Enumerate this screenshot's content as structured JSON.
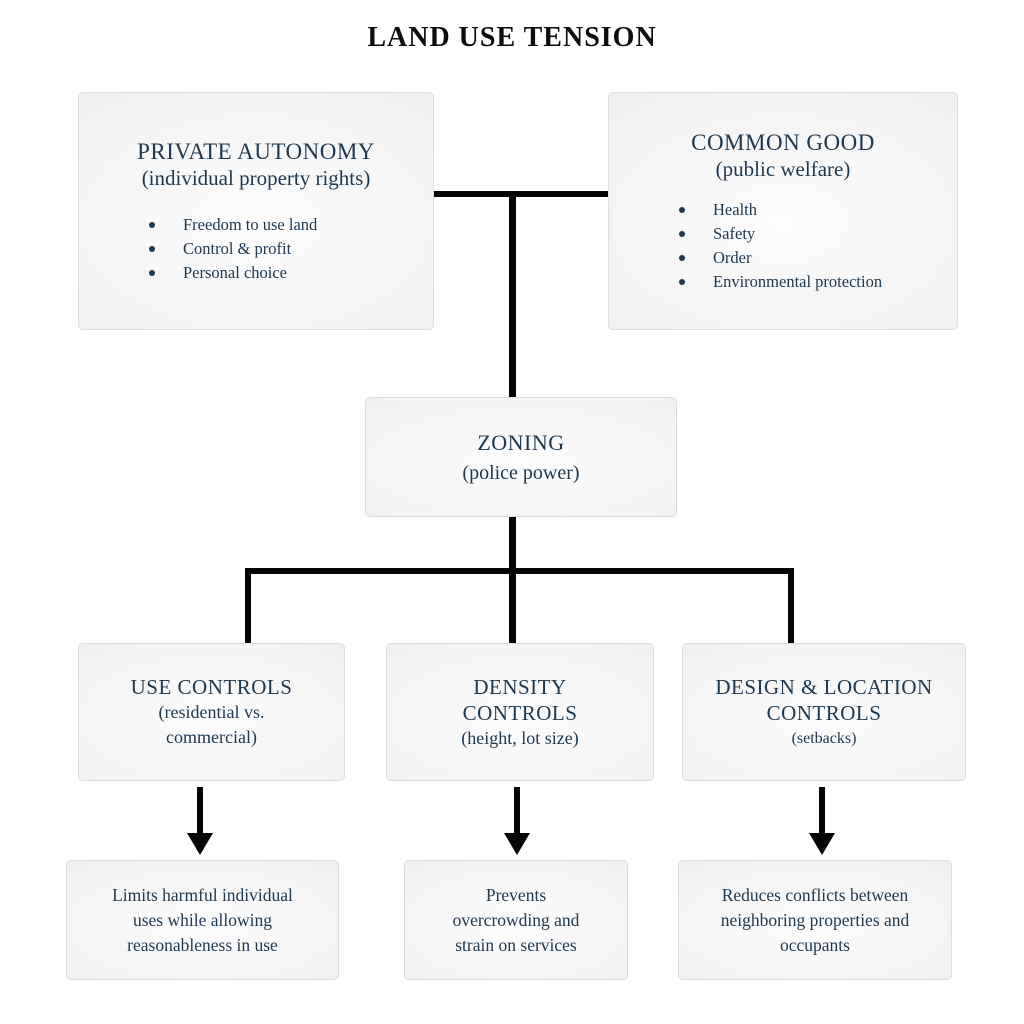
{
  "title": "LAND USE TENSION",
  "colors": {
    "heading_text": "#1e3850",
    "title_text": "#0d0d0d",
    "connector": "#050505",
    "box_edge": "#e2e2e2",
    "box_center": "#fcfcfc",
    "box_border": "#dcdcdc"
  },
  "nodes": {
    "private_autonomy": {
      "title": "PRIVATE AUTONOMY",
      "subtitle": "(individual property rights)",
      "bullets": [
        "Freedom to use land",
        "Control & profit",
        "Personal choice"
      ]
    },
    "common_good": {
      "title": "COMMON GOOD",
      "subtitle": "(public welfare)",
      "bullets": [
        "Health",
        "Safety",
        "Order",
        "Environmental protection"
      ]
    },
    "zoning": {
      "title": "ZONING",
      "subtitle": "(police power)"
    },
    "use_controls": {
      "title": "USE CONTROLS",
      "subtitle": "(residential vs. commercial)"
    },
    "density_controls": {
      "title": "DENSITY CONTROLS",
      "subtitle": "(height, lot size)"
    },
    "design_location_controls": {
      "title": "DESIGN & LOCATION CONTROLS",
      "subtitle": "(setbacks)"
    },
    "use_outcome": {
      "text": "Limits harmful individual uses while allowing reasonableness in use"
    },
    "density_outcome": {
      "text": "Prevents overcrowding and strain on services"
    },
    "design_outcome": {
      "text": "Reduces conflicts between neighboring properties and occupants"
    }
  }
}
